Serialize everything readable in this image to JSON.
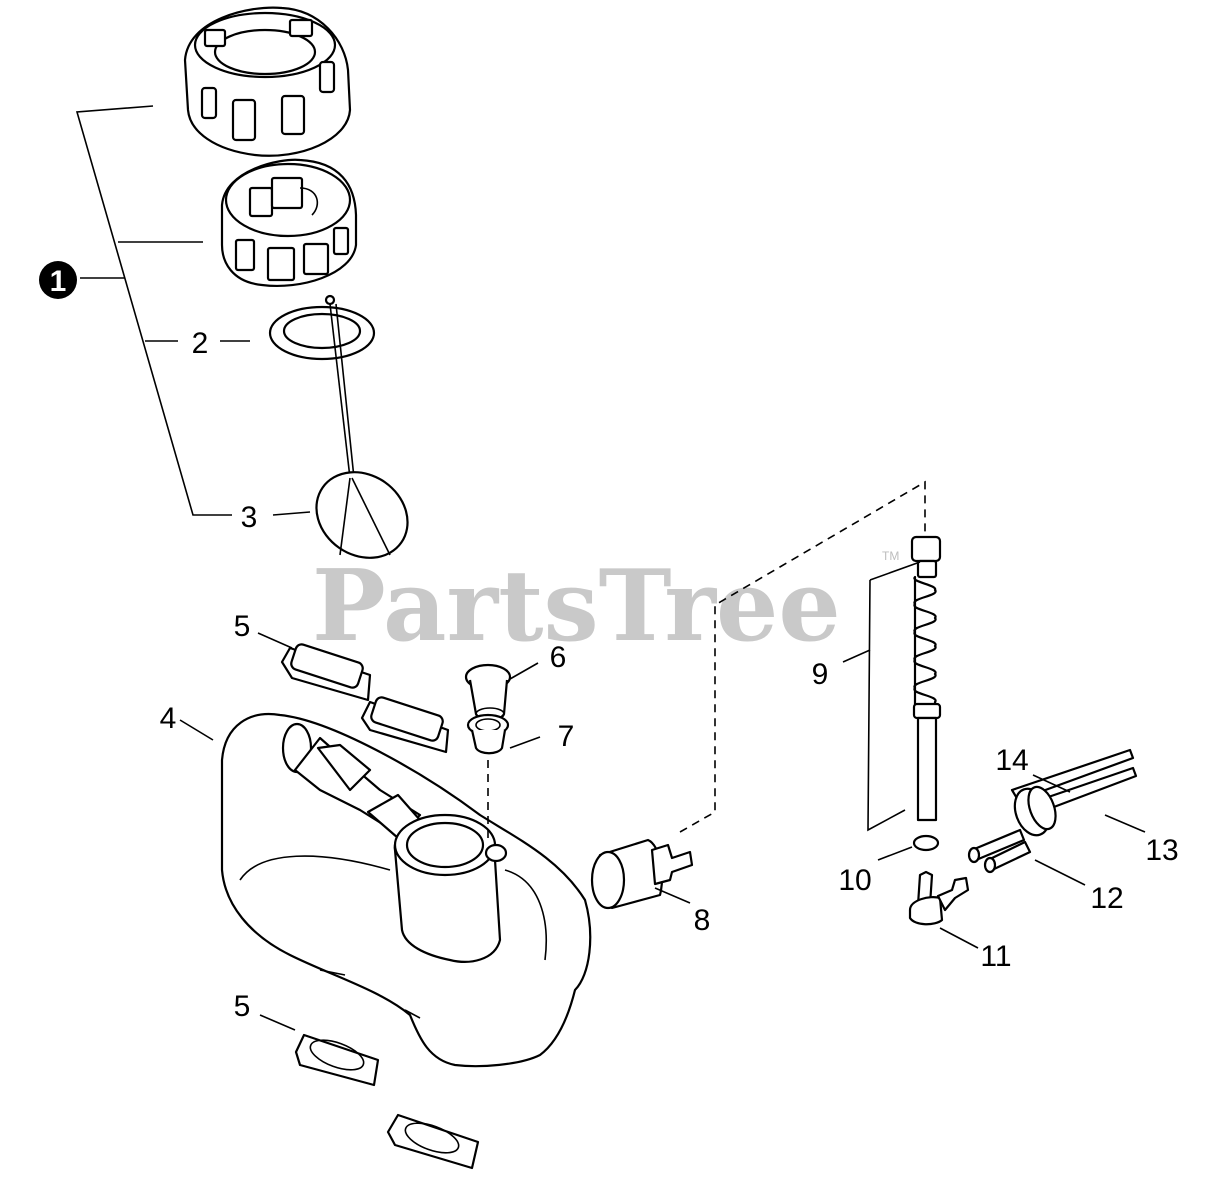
{
  "watermark": {
    "text": "PartsTree",
    "tm": "TM"
  },
  "callouts": {
    "c1": "1",
    "c2": "2",
    "c3": "3",
    "c4": "4",
    "c5a": "5",
    "c5b": "5",
    "c6": "6",
    "c7": "7",
    "c8": "8",
    "c9": "9",
    "c10": "10",
    "c11": "11",
    "c12": "12",
    "c13": "13",
    "c14": "14"
  }
}
